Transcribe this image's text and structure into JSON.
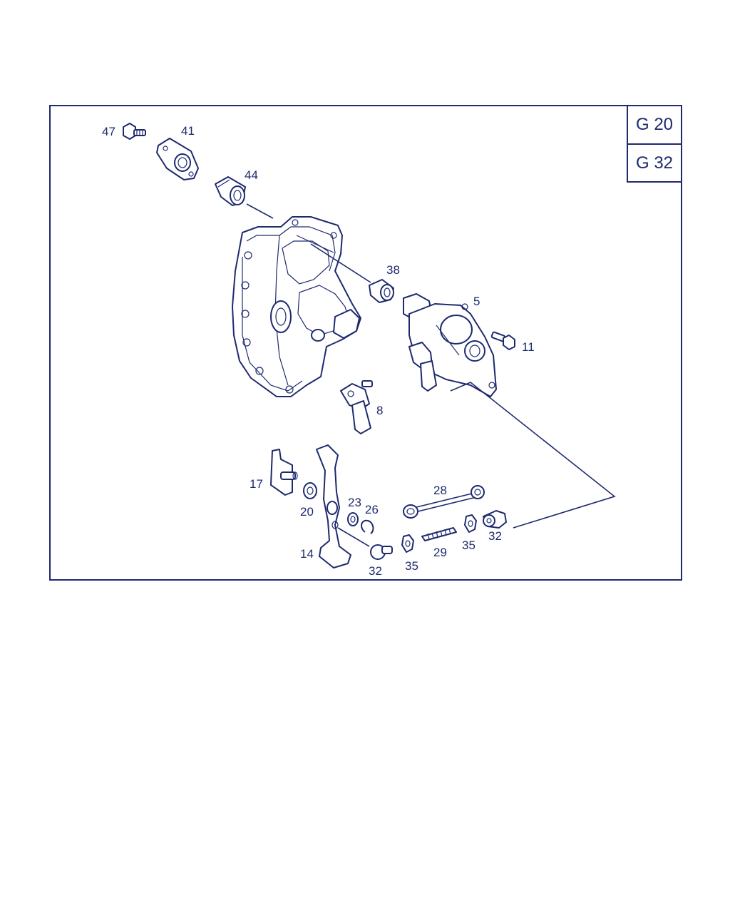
{
  "group_codes": [
    "G 20",
    "G 32"
  ],
  "callouts": {
    "c47": "47",
    "c41": "41",
    "c44": "44",
    "c38": "38",
    "c5": "5",
    "c11": "11",
    "c8": "8",
    "c17": "17",
    "c20": "20",
    "c14": "14",
    "c23": "23",
    "c26": "26",
    "c28": "28",
    "c32a": "32",
    "c35a": "35",
    "c29": "29",
    "c35b": "35",
    "c32b": "32"
  },
  "colors": {
    "ink": "#1e2a6e",
    "paper": "#ffffff"
  }
}
